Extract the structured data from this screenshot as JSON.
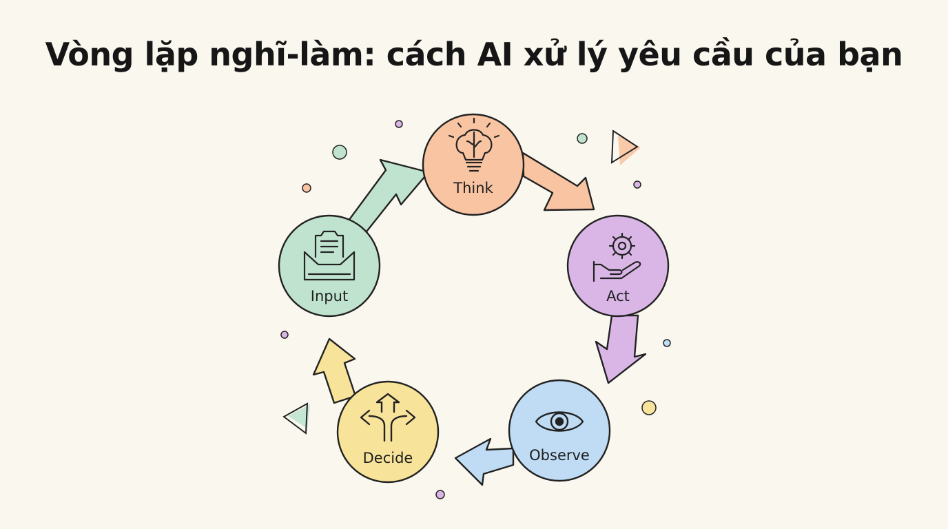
{
  "title": "Vòng lặp nghĩ-làm: cách AI xử lý yêu cầu của bạn",
  "nodes": [
    {
      "label": "Think",
      "icon": "brain-lightbulb-icon",
      "color": "#f8c4a2"
    },
    {
      "label": "Act",
      "icon": "gear-hand-icon",
      "color": "#d9b6e6"
    },
    {
      "label": "Observe",
      "icon": "eye-icon",
      "color": "#bfdcf4"
    },
    {
      "label": "Decide",
      "icon": "branching-arrows-icon",
      "color": "#f7e39a"
    },
    {
      "label": "Input",
      "icon": "inbox-document-icon",
      "color": "#bfe3cf"
    }
  ],
  "arrow_colors": {
    "think_to_act": "#f8c4a2",
    "act_to_observe": "#d9b6e6",
    "observe_to_decide": "#bfdcf4",
    "decide_to_input": "#f7e39a",
    "input_to_think": "#bfe3cf"
  },
  "outline_color": "#222222",
  "background_color": "#faf7ef"
}
